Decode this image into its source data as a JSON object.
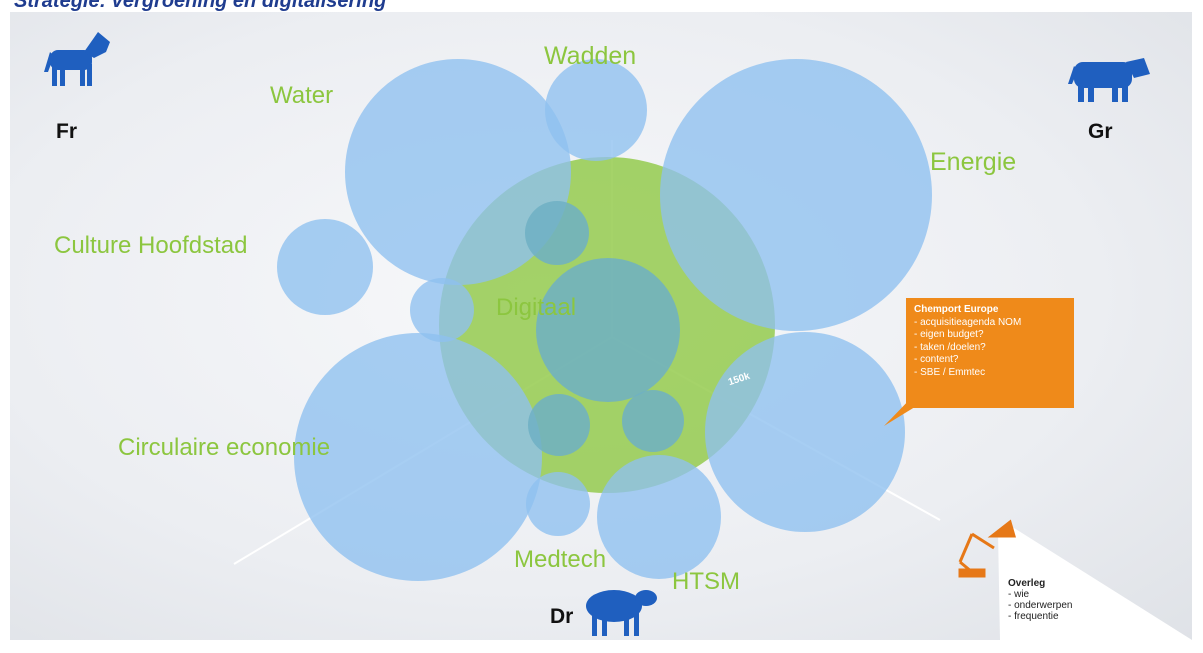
{
  "title": "Strategie: vergroening en digitalisering",
  "provinces": {
    "fr": "Fr",
    "gr": "Gr",
    "dr": "Dr"
  },
  "labels": {
    "wadden": "Wadden",
    "water": "Water",
    "energie": "Energie",
    "culture": "Culture Hoofdstad",
    "digitaal": "Digitaal",
    "circulaire": "Circulaire economie",
    "medtech": "Medtech",
    "htsm": "HTSM"
  },
  "value_label": "150k",
  "chemport": {
    "title": "Chemport Europe",
    "items": [
      "- acquisitieagenda NOM",
      "- eigen budget?",
      "- taken /doelen?",
      "- content?",
      "- SBE / Emmtec"
    ]
  },
  "overleg": {
    "title": "Overleg",
    "items": [
      "- wie",
      "- onderwerpen",
      "- frequentie"
    ]
  },
  "colors": {
    "bubble_blue": "#8ec0f0",
    "digitaal_green": "#8cc63f",
    "label_green": "#8cc63f",
    "callout_orange": "#ef8a1a",
    "animal_blue": "#1f5fbf"
  },
  "icons": {
    "fr": "horse-icon",
    "gr": "cow-icon",
    "dr": "sheep-icon",
    "lamp": "desk-lamp-icon"
  }
}
